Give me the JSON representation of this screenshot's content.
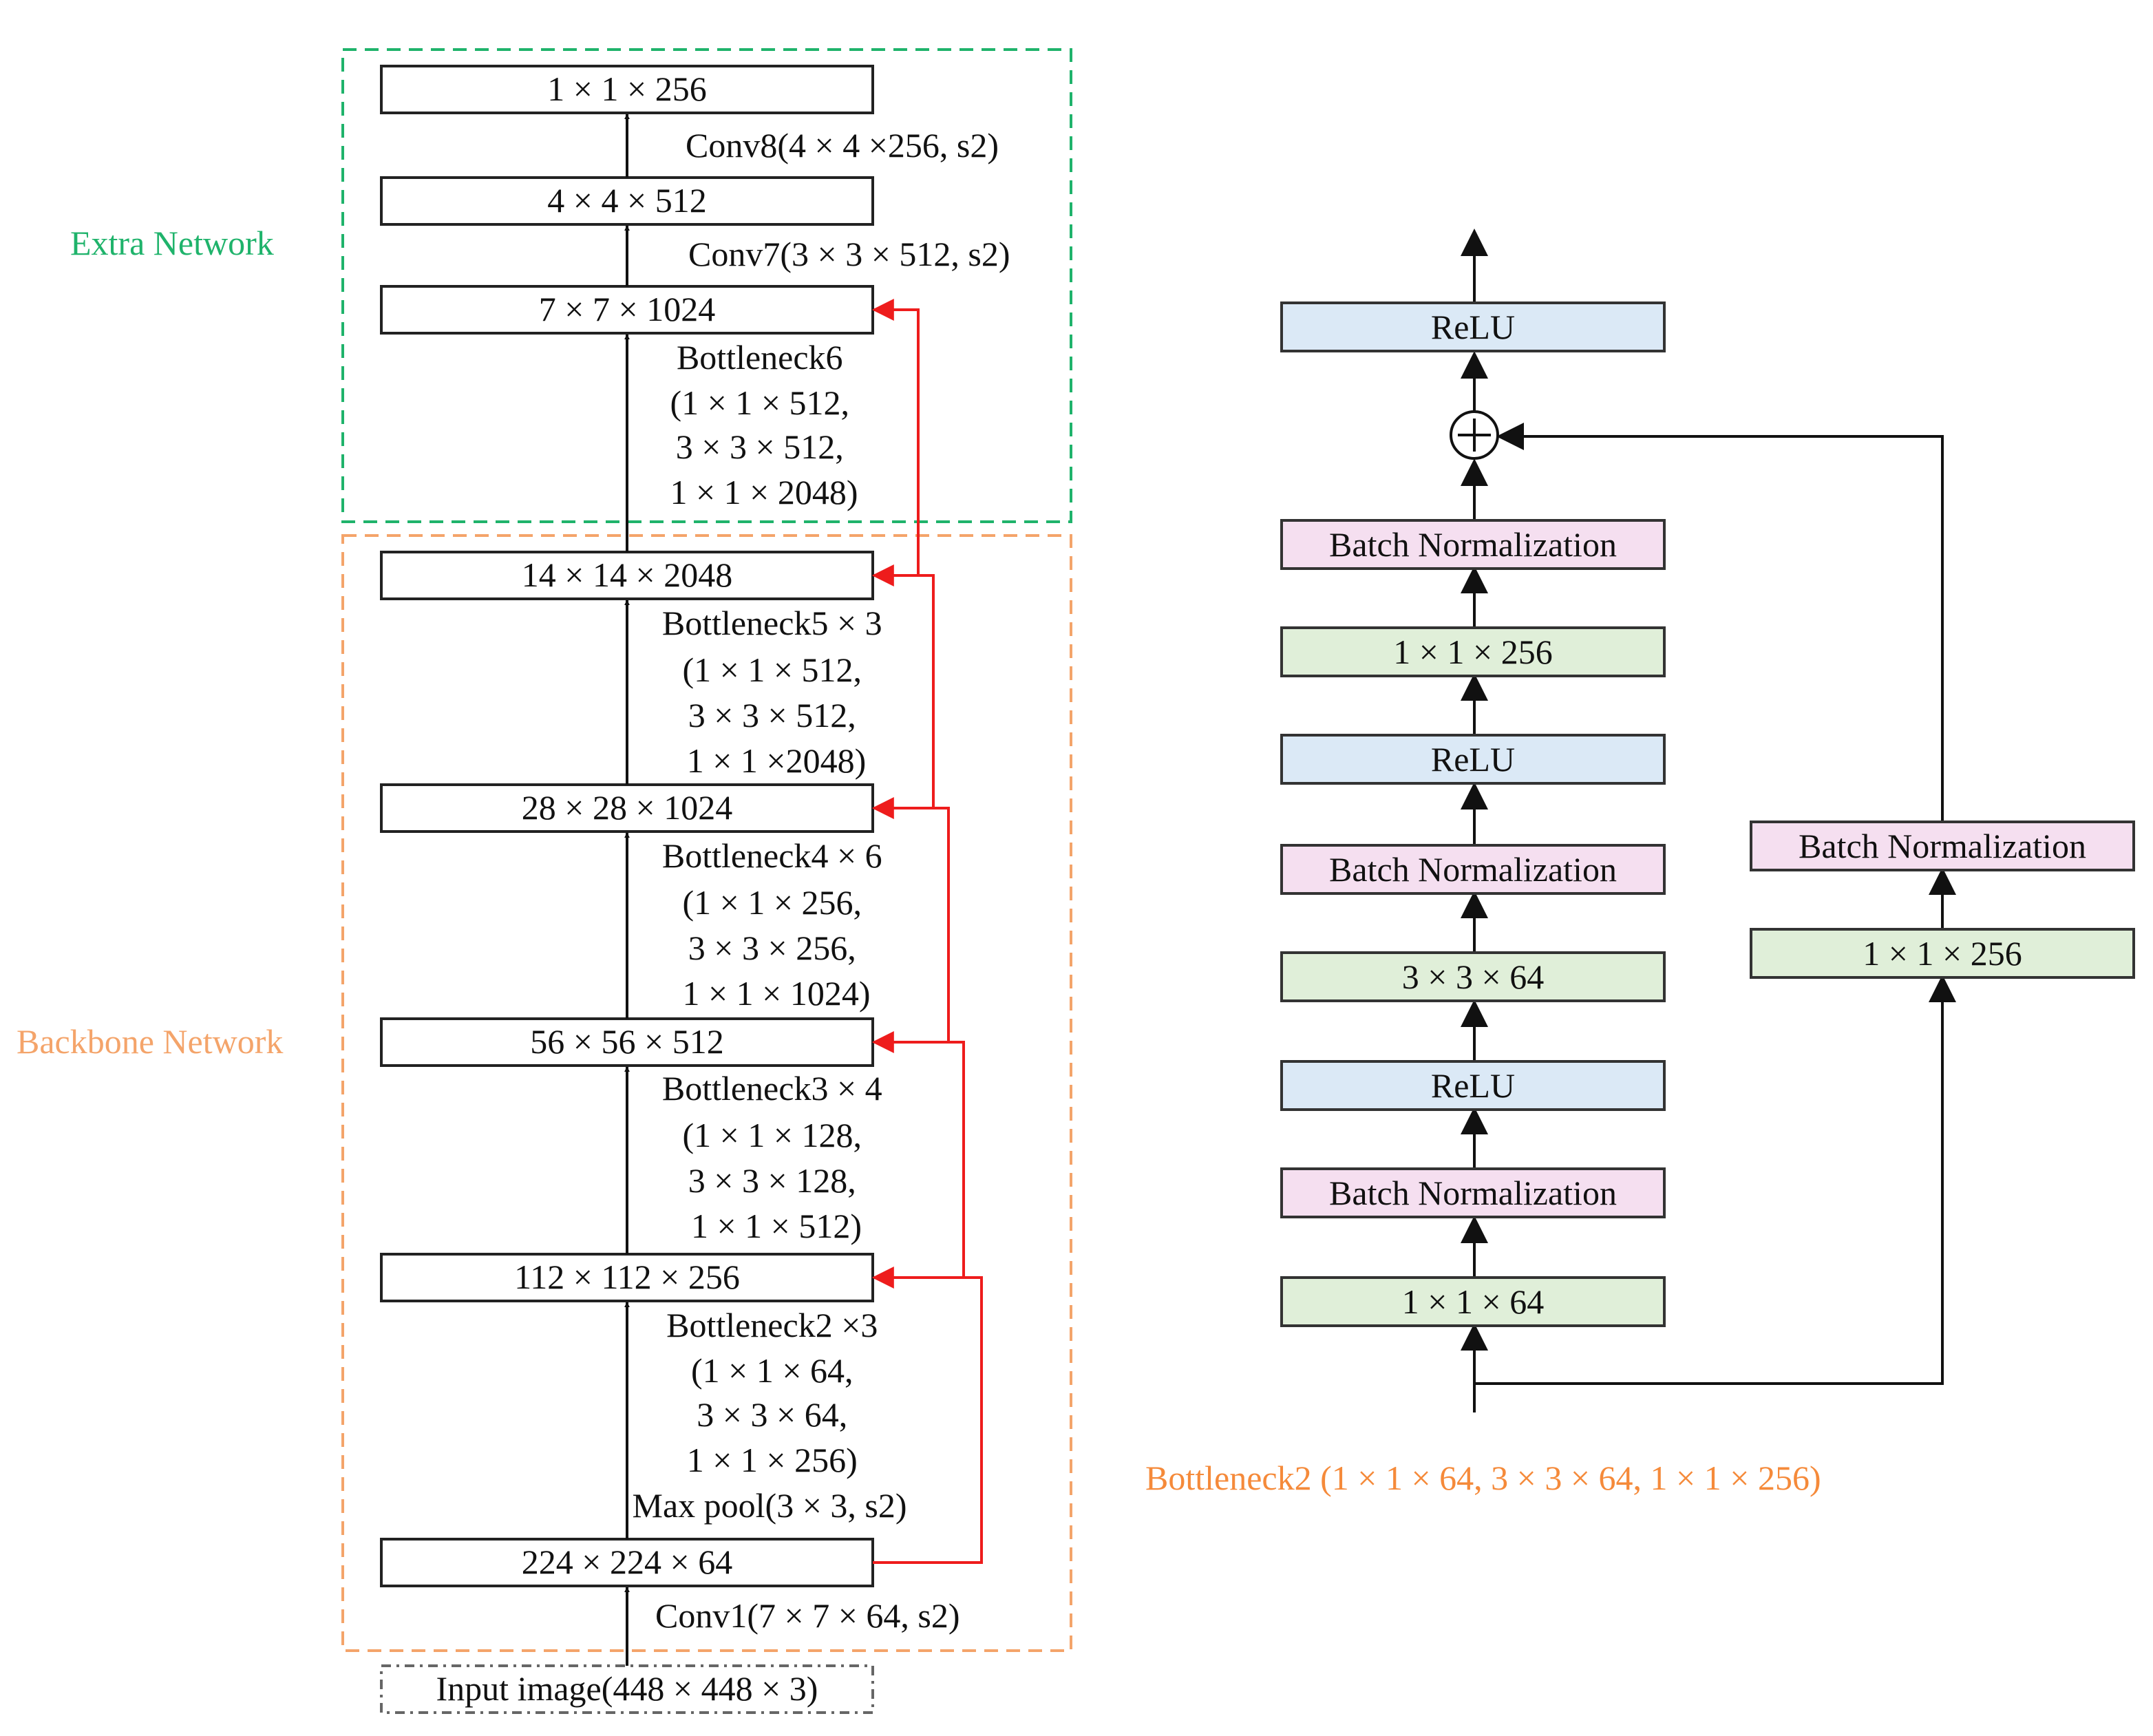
{
  "legend": {
    "extra_network": "Extra Network",
    "backbone_network": "Backbone Network",
    "extra_color": "#1fb36b",
    "backbone_color": "#f4a46a"
  },
  "left": {
    "boxes": [
      "1 ×  1 × 256",
      "4 × 4 × 512",
      "7 × 7 × 1024",
      "14 × 14 × 2048",
      "28 × 28 × 1024",
      "56 × 56 × 512",
      "112 × 112 × 256",
      "224 × 224 × 64"
    ],
    "input": "Input image(448 × 448 × 3)",
    "ops": {
      "conv8": [
        "Conv8(4 × 4 ×256, s2)"
      ],
      "conv7": [
        "Conv7(3 × 3 × 512, s2)"
      ],
      "b6": [
        "Bottleneck6",
        "(1 × 1 × 512,",
        "3 × 3 × 512,",
        "1 × 1 × 2048)"
      ],
      "b5": [
        "Bottleneck5 × 3",
        "(1 × 1 × 512,",
        "3 × 3 × 512,",
        "1 × 1 ×2048)"
      ],
      "b4": [
        "Bottleneck4 × 6",
        "(1 × 1 × 256,",
        "3 × 3 × 256,",
        "1 × 1 × 1024)"
      ],
      "b3": [
        "Bottleneck3 × 4",
        "(1 × 1 × 128,",
        "3 × 3 × 128,",
        "1 × 1 × 512)"
      ],
      "b2": [
        "Bottleneck2 ×3",
        "(1 × 1 × 64,",
        "3 × 3 × 64,",
        "1 × 1 × 256)",
        "Max pool(3 × 3, s2)"
      ],
      "conv1": [
        "Conv1(7 × 7 × 64, s2)"
      ]
    }
  },
  "right": {
    "main": [
      {
        "label": "ReLU",
        "kind": "relu"
      },
      {
        "label": "Batch Normalization",
        "kind": "bn"
      },
      {
        "label": "1 × 1 × 256",
        "kind": "conv"
      },
      {
        "label": "ReLU",
        "kind": "relu"
      },
      {
        "label": "Batch Normalization",
        "kind": "bn"
      },
      {
        "label": "3 × 3 × 64",
        "kind": "conv"
      },
      {
        "label": "ReLU",
        "kind": "relu"
      },
      {
        "label": "Batch Normalization",
        "kind": "bn"
      },
      {
        "label": "1 × 1 × 64",
        "kind": "conv"
      }
    ],
    "shortcut": [
      {
        "label": "Batch Normalization",
        "kind": "bn"
      },
      {
        "label": "1 × 1 × 256",
        "kind": "conv"
      }
    ],
    "caption": "Bottleneck2 (1 × 1 × 64, 3 × 3 × 64, 1 × 1 × 256)",
    "caption_color": "#f58a3a",
    "colors": {
      "relu": "#dbe9f6",
      "bn": "#f5dff0",
      "conv": "#e0efd9"
    },
    "red_arrow_color": "#ee1c1c"
  }
}
